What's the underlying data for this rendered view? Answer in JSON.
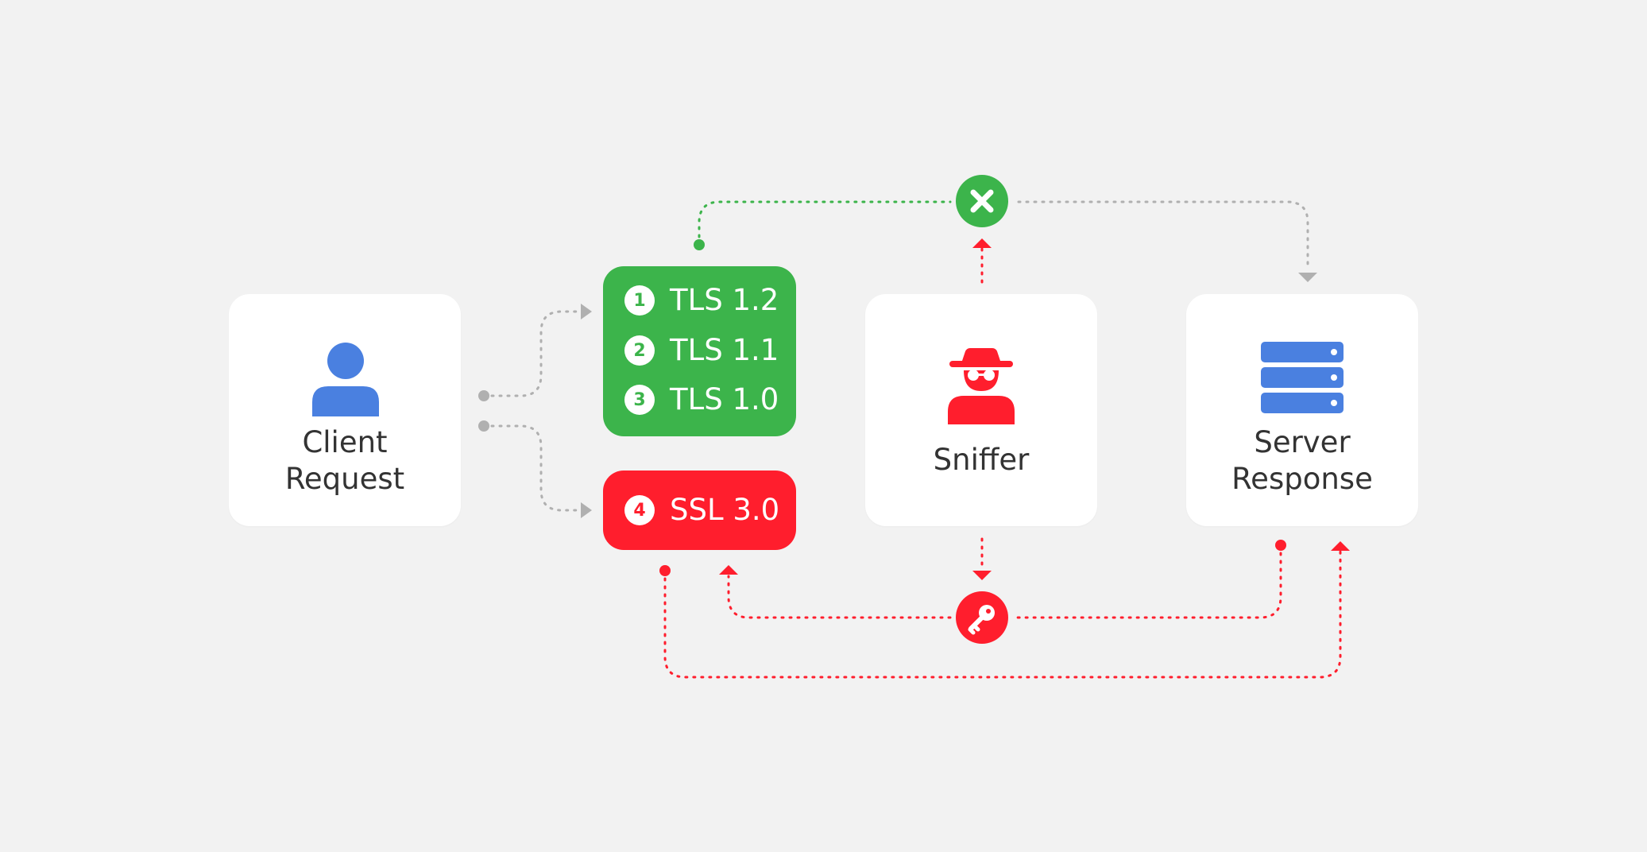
{
  "client": {
    "label_line1": "Client",
    "label_line2": "Request",
    "icon": "user-icon"
  },
  "protocols_secure": [
    {
      "number": "1",
      "label": "TLS 1.2"
    },
    {
      "number": "2",
      "label": "TLS 1.1"
    },
    {
      "number": "3",
      "label": "TLS 1.0"
    }
  ],
  "protocols_insecure": [
    {
      "number": "4",
      "label": "SSL 3.0"
    }
  ],
  "sniffer": {
    "label": "Sniffer",
    "icon": "spy-icon"
  },
  "server": {
    "label_line1": "Server",
    "label_line2": "Response",
    "icon": "server-stack-icon"
  },
  "badges": {
    "blocked": "close-icon",
    "key": "key-icon"
  },
  "colors": {
    "background": "#f2f2f2",
    "card": "#ffffff",
    "green": "#3cb44b",
    "red": "#ff1e2d",
    "blue": "#4a80e0",
    "gray_line": "#b0b0b0",
    "text": "#333333"
  }
}
